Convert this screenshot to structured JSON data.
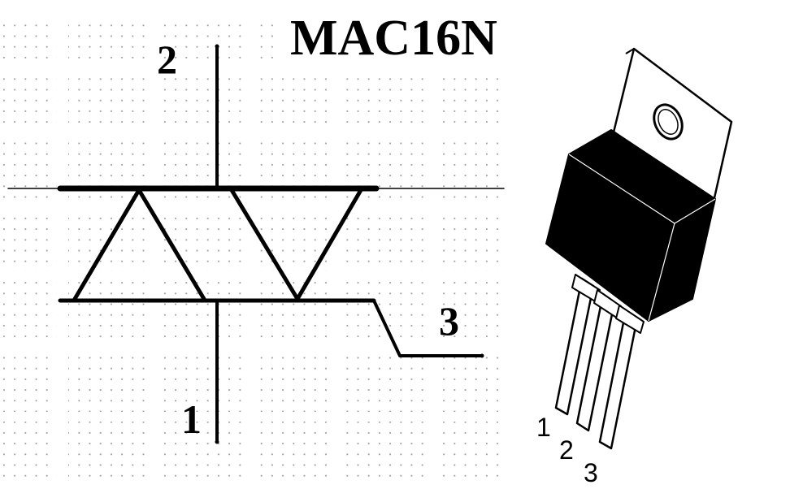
{
  "schematic": {
    "part_title": "MAC16N",
    "pin_labels": {
      "top": "2",
      "gate": "3",
      "bottom": "1"
    },
    "line_color": "#000000",
    "grid_dot_color": "#9a9a9a"
  },
  "package": {
    "pin_labels": [
      "1",
      "2",
      "3"
    ],
    "body_color": "#000000",
    "tab_color": "#ffffff"
  }
}
